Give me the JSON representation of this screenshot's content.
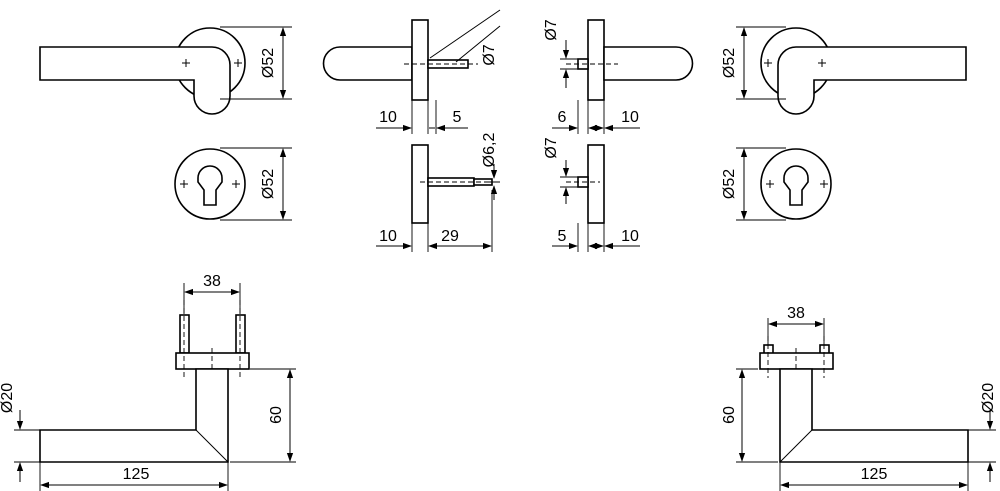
{
  "dims": {
    "d52_1": "Ø52",
    "d52_2": "Ø52",
    "d52_3": "Ø52",
    "d52_4": "Ø52",
    "d7_1": "Ø7",
    "d7_2": "Ø7",
    "d7_3": "Ø7",
    "d62": "Ø6,2",
    "d20_l": "Ø20",
    "d20_r": "Ø20",
    "n10_a": "10",
    "n5_a": "5",
    "n6": "6",
    "n10_b": "10",
    "n10_c": "10",
    "n29": "29",
    "n5_b": "5",
    "n10_d": "10",
    "n38_l": "38",
    "n38_r": "38",
    "n60_l": "60",
    "n60_r": "60",
    "n125_l": "125",
    "n125_r": "125"
  }
}
